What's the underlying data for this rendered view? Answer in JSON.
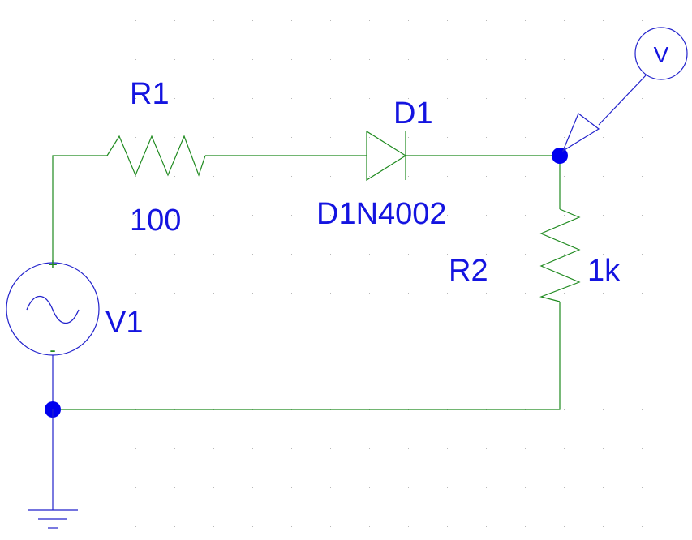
{
  "colors": {
    "wire": "#1f8a1f",
    "component_outline": "#2222cc",
    "label": "#1414e0",
    "junction": "#0000ee",
    "grid_dot": "#b8b8b8",
    "background": "#ffffff"
  },
  "components": {
    "r1": {
      "ref": "R1",
      "value": "100"
    },
    "d1": {
      "ref": "D1",
      "value": "D1N4002"
    },
    "r2": {
      "ref": "R2",
      "value": "1k"
    },
    "v1": {
      "ref": "V1",
      "plus": "+",
      "minus": "-"
    }
  },
  "probe": {
    "label": "V",
    "icon": "voltage-probe-icon"
  },
  "ground": {
    "icon": "ground-icon"
  }
}
